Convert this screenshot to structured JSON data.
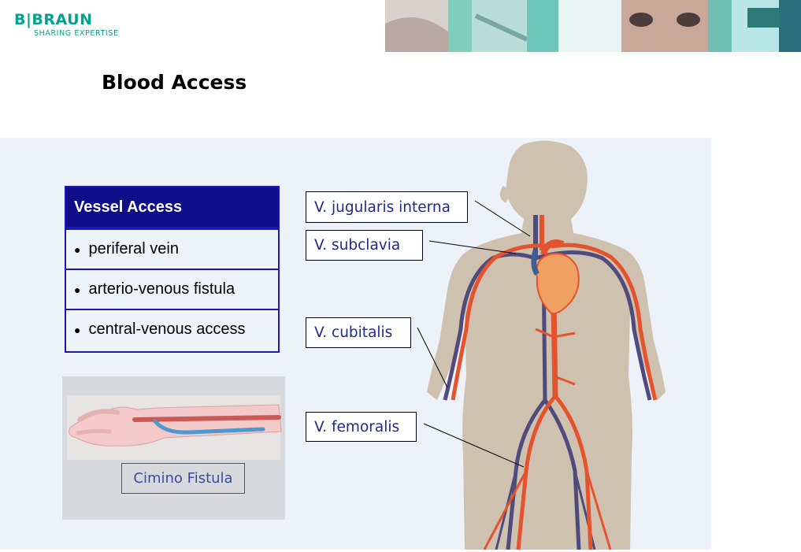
{
  "brand": {
    "logo_main": "B|BRAUN",
    "logo_sub": "SHARING EXPERTISE",
    "accent": "#00a38d"
  },
  "title": "Blood Access",
  "vessel_table": {
    "header": "Vessel Access",
    "items": [
      "periferal vein",
      "arterio-venous fistula",
      "central-venous access"
    ],
    "header_color": "#0e0e8a"
  },
  "fistula": {
    "label": "Cimino Fistula"
  },
  "anatomy_labels": [
    "V. jugularis interna",
    "V. subclavia",
    "V. cubitalis",
    "V. femoralis"
  ],
  "colors": {
    "artery": "#e4532d",
    "vein": "#4f4b7c",
    "skin": "#cfc1b0",
    "panel": "#edf1f8"
  }
}
